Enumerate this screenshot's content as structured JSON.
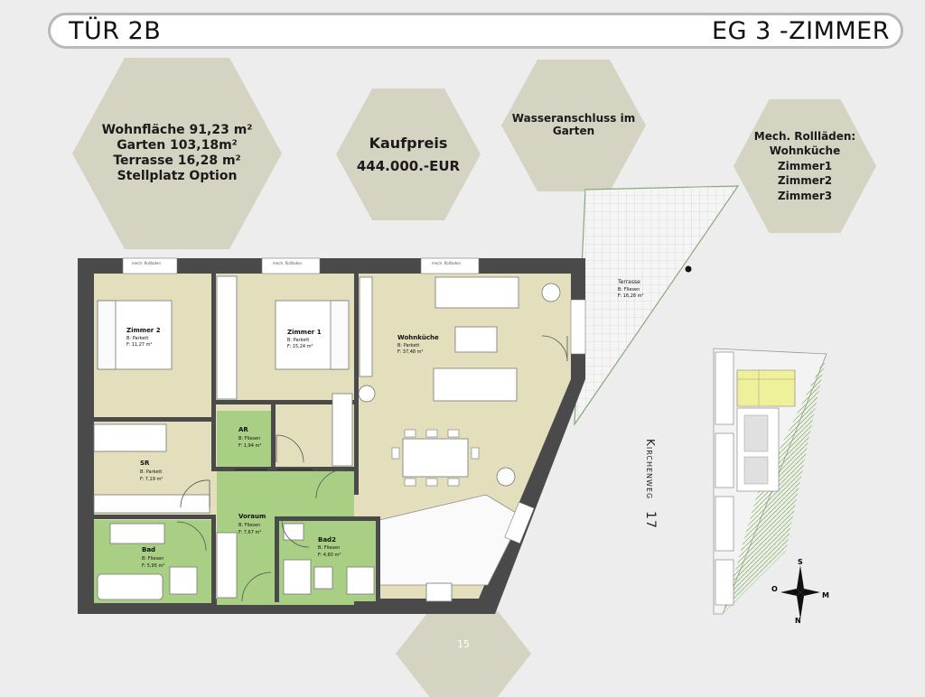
{
  "header": {
    "left": "TÜR 2B",
    "right": "EG 3 -ZIMMER"
  },
  "info": {
    "areas": [
      "Wohnfläche 91,23 m²",
      "Garten 103,18m²",
      "Terrasse 16,28 m²",
      "Stellplatz Option"
    ],
    "price_label": "Kaufpreis",
    "price_value": "444.000.-EUR",
    "water": [
      "Wasseranschluss im",
      "Garten"
    ],
    "shutters": [
      "Mech. Rollläden:",
      "Wohnküche",
      "Zimmer1",
      "Zimmer2",
      "Zimmer3"
    ]
  },
  "rooms": {
    "zimmer2": {
      "name": "Zimmer 2",
      "floor": "B:     Parkett",
      "area": "F:    11,27 m²"
    },
    "zimmer1": {
      "name": "Zimmer 1",
      "floor": "B:     Parkett",
      "area": "F:    15,24 m²"
    },
    "wohnkueche": {
      "name": "Wohnküche",
      "floor": "B:       Parkett",
      "area": "F:       37,48 m²"
    },
    "terrasse": {
      "name": "Terrasse",
      "floor": "B:     Fliesen",
      "area": "F:    16,28 m²"
    },
    "ar": {
      "name": "AR",
      "floor": "B: Fliesen",
      "area": "F: 1,94 m²"
    },
    "sr": {
      "name": "SR",
      "floor": "B: Parkett",
      "area": "F: 7,19 m²"
    },
    "voraum": {
      "name": "Voraum",
      "floor": "B: Fliesen",
      "area": "F: 7,67 m²"
    },
    "bad": {
      "name": "Bad",
      "floor": "B: Fliesen",
      "area": "F: 5,95 m²"
    },
    "bad2": {
      "name": "Bad2",
      "floor": "B: Fliesen",
      "area": "F: 4,60 m²"
    }
  },
  "rollladen_label": "mech. Rollladen",
  "street": {
    "name": "Kirchenweg",
    "number": "17"
  },
  "compass": {
    "s": "S",
    "o": "O",
    "m": "M",
    "n": "N"
  },
  "page_number": "15",
  "colors": {
    "hex": "#d5d3c2",
    "room_fill": "#e3dfbd",
    "wet_fill": "#a9cf85",
    "wall": "#4a4a4a",
    "highlight": "#eef09a"
  }
}
